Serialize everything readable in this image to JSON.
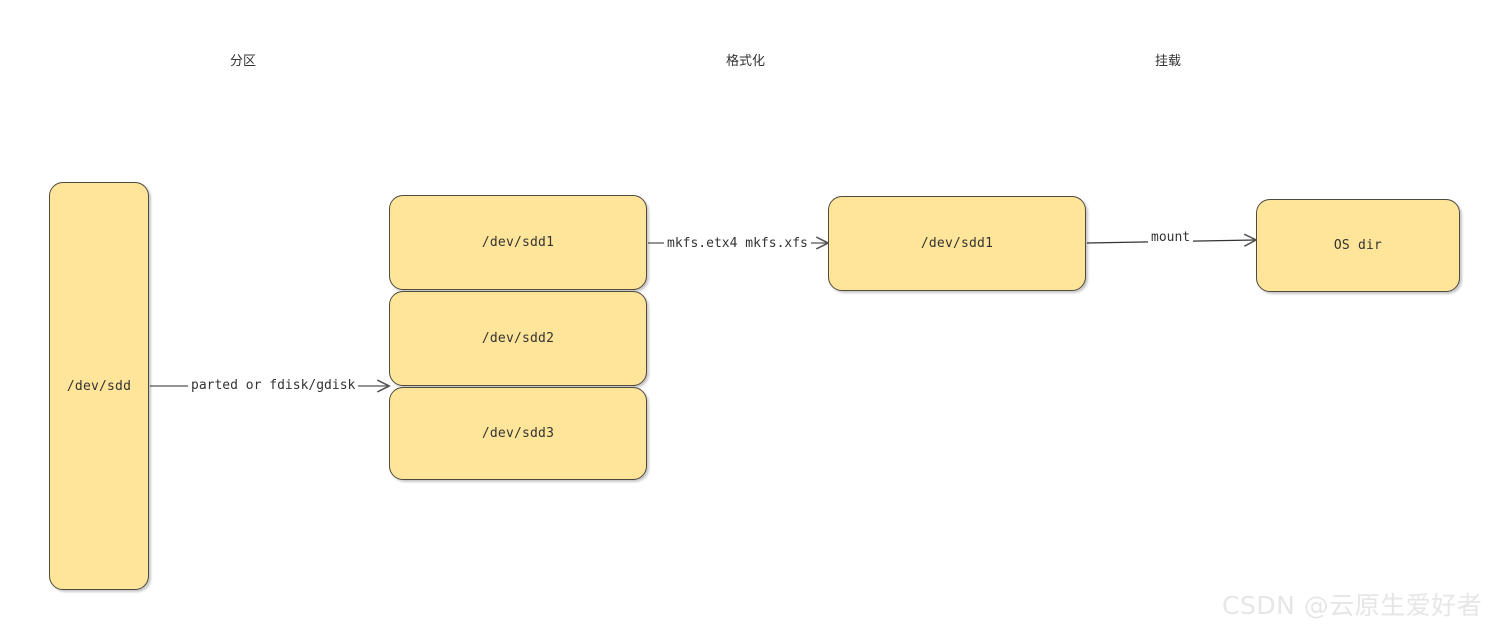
{
  "diagram": {
    "background": "#ffffff",
    "node_fill": "#ffe599",
    "node_stroke": "#4f4a3e",
    "edge_stroke": "#555555",
    "text_color": "#333333",
    "stage_titles": [
      {
        "id": "partition",
        "label": "分区"
      },
      {
        "id": "format",
        "label": "格式化"
      },
      {
        "id": "mount",
        "label": "挂载"
      }
    ],
    "nodes": [
      {
        "id": "sdd",
        "label": "/dev/sdd"
      },
      {
        "id": "sdd1",
        "label": "/dev/sdd1"
      },
      {
        "id": "sdd2",
        "label": "/dev/sdd2"
      },
      {
        "id": "sdd3",
        "label": "/dev/sdd3"
      },
      {
        "id": "fs-sdd1",
        "label": "/dev/sdd1"
      },
      {
        "id": "osdir",
        "label": "OS dir"
      }
    ],
    "edges": [
      {
        "id": "partition-edge",
        "from": "sdd",
        "to": "sdd-partitions",
        "label": "parted or fdisk/gdisk"
      },
      {
        "id": "format-edge",
        "from": "sdd1",
        "to": "fs-sdd1",
        "label": "mkfs.etx4 mkfs.xfs"
      },
      {
        "id": "mount-edge",
        "from": "fs-sdd1",
        "to": "osdir",
        "label": "mount"
      }
    ]
  },
  "watermark": {
    "text": "CSDN @云原生爱好者",
    "color": "#e6e6e6"
  }
}
